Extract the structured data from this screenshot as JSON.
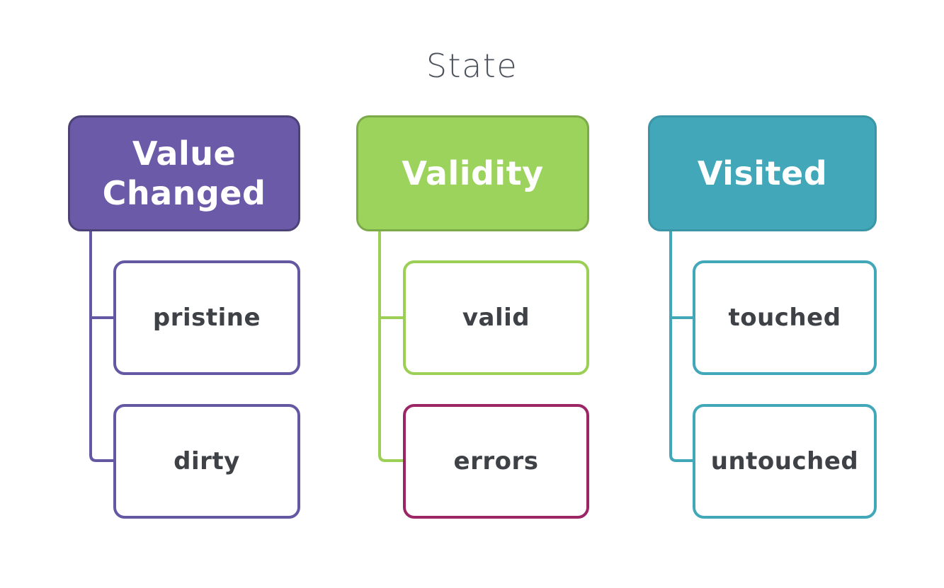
{
  "title": "State",
  "columns": [
    {
      "id": "value-changed",
      "label": "Value Changed",
      "fill": "#6a5aa8",
      "border": "#4d4277",
      "connector_color": "#6458a2",
      "children": [
        {
          "label": "pristine",
          "border": "#6458a2"
        },
        {
          "label": "dirty",
          "border": "#6458a2"
        }
      ]
    },
    {
      "id": "validity",
      "label": "Validity",
      "fill": "#9cd35c",
      "border": "#7ca94a",
      "connector_color": "#9ccf55",
      "children": [
        {
          "label": "valid",
          "border": "#9ccf55"
        },
        {
          "label": "errors",
          "border": "#9c2565"
        }
      ]
    },
    {
      "id": "visited",
      "label": "Visited",
      "fill": "#42a7b8",
      "border": "#3a95a6",
      "connector_color": "#42a7b8",
      "children": [
        {
          "label": "touched",
          "border": "#42a7b8"
        },
        {
          "label": "untouched",
          "border": "#42a7b8"
        }
      ]
    }
  ],
  "text_colors": {
    "title": "#4d535c",
    "parent_label": "#ffffff",
    "child_label": "#3e4145"
  },
  "background": "#ffffff"
}
